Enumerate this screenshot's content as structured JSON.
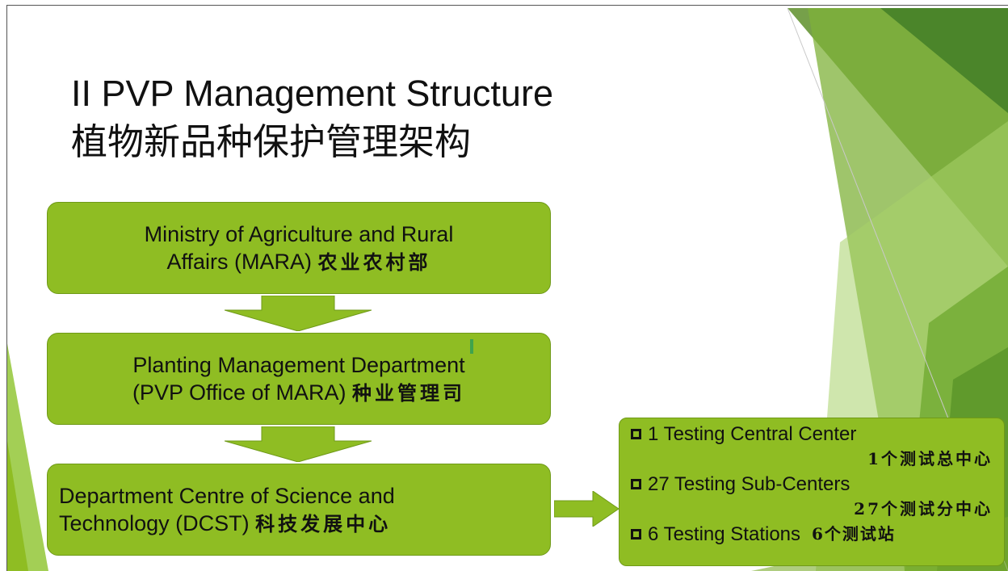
{
  "title": {
    "line1": "II PVP Management Structure",
    "line2": "植物新品种保护管理架构"
  },
  "boxes": [
    {
      "en": "Ministry of Agriculture and Rural",
      "en2": "Affairs (MARA)",
      "zh": "农业农村部"
    },
    {
      "en": "Planting Management Department",
      "en2": "(PVP Office of MARA)",
      "zh": "种业管理司"
    },
    {
      "en": "Department Centre of Science and",
      "en2": "Technology (DCST)",
      "zh": "科技发展中心"
    }
  ],
  "side_box": {
    "item1_en": "1 Testing Central Center",
    "item1_zh": "1个测试总中心",
    "item2_en": "27 Testing Sub-Centers",
    "item2_zh": "27个测试分中心",
    "item3_en": "6 Testing Stations",
    "item3_zh": "6个测试站"
  },
  "colors": {
    "box_fill": "#8fbd23",
    "box_border": "#6f9a18",
    "arrow_fill": "#8fbd23"
  }
}
